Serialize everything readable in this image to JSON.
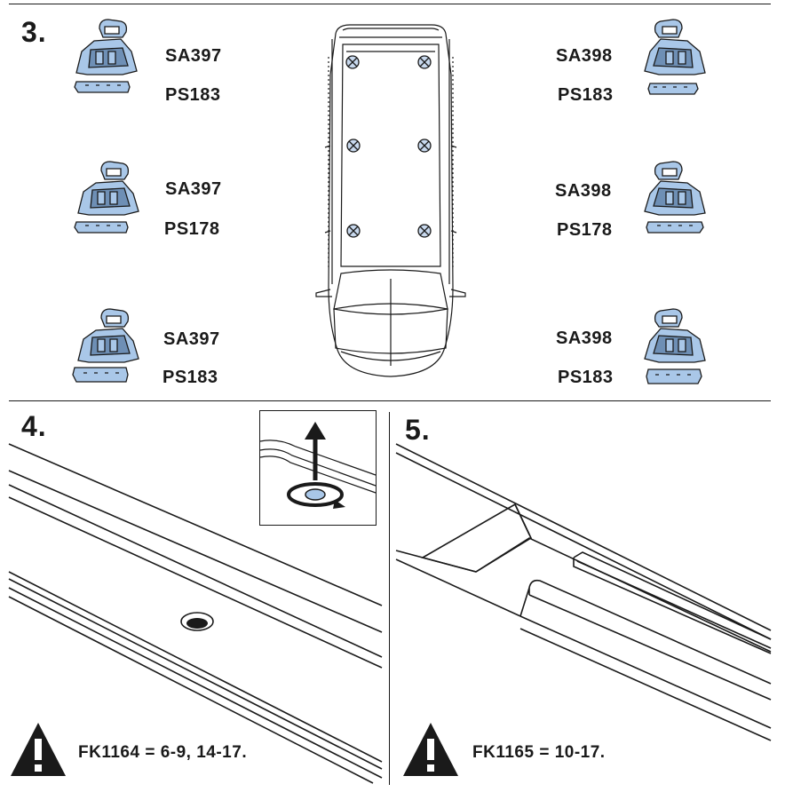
{
  "step3": {
    "number": "3.",
    "left": [
      {
        "foot": "SA397",
        "pad": "PS183"
      },
      {
        "foot": "SA397",
        "pad": "PS178"
      },
      {
        "foot": "SA397",
        "pad": "PS183"
      }
    ],
    "right": [
      {
        "foot": "SA398",
        "pad": "PS183"
      },
      {
        "foot": "SA398",
        "pad": "PS178"
      },
      {
        "foot": "SA398",
        "pad": "PS183"
      }
    ]
  },
  "step4": {
    "number": "4.",
    "note": "FK1164 = 6-9, 14-17."
  },
  "step5": {
    "number": "5.",
    "note": "FK1165 = 10-17."
  },
  "colors": {
    "line": "#1a1a1a",
    "part_fill": "#a9c7e8",
    "part_dark": "#6e8fb5",
    "marker_fill": "#c8d9ee"
  },
  "icons": [
    "warning-icon",
    "rotate-arrow-icon",
    "up-arrow-icon",
    "roof-point-marker-icon"
  ]
}
